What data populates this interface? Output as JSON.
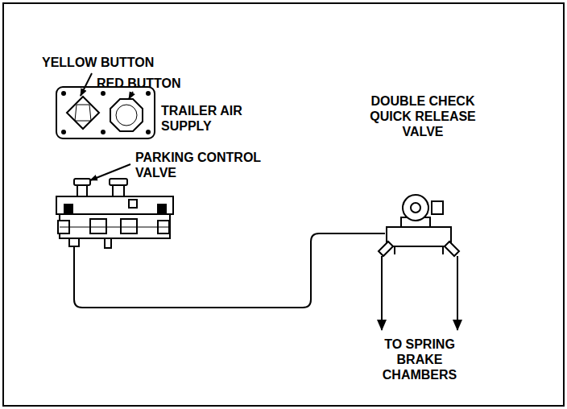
{
  "diagram": {
    "labels": [
      "YELLOW BUTTON",
      "RED BUTTON",
      "TRAILER AIR SUPPLY",
      "PARKING CONTROL VALVE",
      "DOUBLE CHECK QUICK RELEASE VALVE",
      "TO SPRING BRAKE CHAMBERS"
    ]
  }
}
